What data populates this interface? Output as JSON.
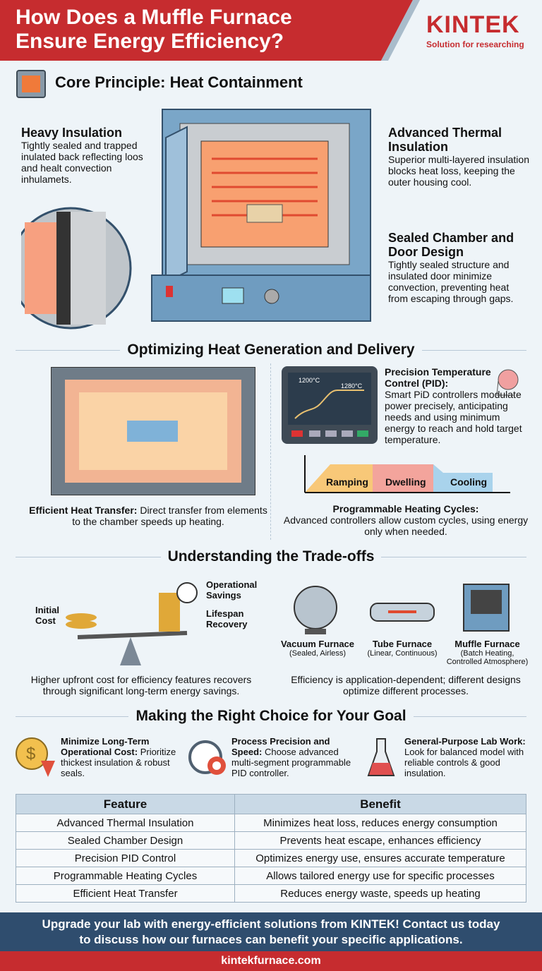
{
  "header": {
    "title_line1": "How Does a Muffle Furnace",
    "title_line2": "Ensure Energy Efficiency?",
    "logo": "KINTEK",
    "tagline": "Solution for researching",
    "accent": "#c62c2f"
  },
  "core": {
    "title": "Core Principle: Heat Containment",
    "heavy_title": "Heavy Insulation",
    "heavy_text": "Tightly sealed and trapped inulated back reflecting loos and healt convection inhulamets.",
    "adv_title": "Advanced Thermal Insulation",
    "adv_text": "Superior multi-layered insulation blocks heat loss, keeping the outer housing cool.",
    "sealed_title": "Sealed Chamber and Door Design",
    "sealed_text": "Tightly sealed structure and insulated door minimize convection, preventing heat from escaping through gaps."
  },
  "optimizing": {
    "title": "Optimizing Heat Generation and Delivery",
    "transfer_bold": "Efficient Heat Transfer:",
    "transfer_text": " Direct transfer from elements to the chamber speeds up heating.",
    "monitor_label1": "1200°C",
    "monitor_label2": "1280°C",
    "pid_title": "Precision Temperature Contrel (PID):",
    "pid_text": "Smart PiD controllers modulate power precisely, anticipating needs and using minimum energy to reach and hold target temperature.",
    "phases": [
      "Ramping",
      "Dwelling",
      "Cooling"
    ],
    "cycles_title": "Programmable Heating Cycles:",
    "cycles_text": "Advanced controllers allow custom cycles, using energy only when needed."
  },
  "tradeoffs": {
    "title": "Understanding the Trade-offs",
    "initial_cost": "Initial Cost",
    "operational_savings": "Operational Savings",
    "lifespan": "Lifespan Recovery",
    "cost_caption": "Higher upfront cost for efficiency features recovers through significant long-term energy savings.",
    "furnaces": [
      {
        "name": "Vacuum Furnace",
        "sub": "(Sealed, Airless)"
      },
      {
        "name": "Tube Furnace",
        "sub": "(Linear, Continuous)"
      },
      {
        "name": "Muffle Furnace",
        "sub": "(Batch Heating, Controlled Atmosphere)"
      }
    ],
    "furnace_caption": "Efficiency is application-dependent; different designs optimize different processes."
  },
  "choice": {
    "title": "Making the Right Choice for Your Goal",
    "goals": [
      {
        "bold": "Minimize Long-Term Operational Cost:",
        "text": " Prioritize thickest insulation & robust seals."
      },
      {
        "bold": "Process Precision and Speed:",
        "text": " Choose advanced multi-segment programmable PID controller."
      },
      {
        "bold": "General-Purpose Lab Work:",
        "text": " Look for balanced model with reliable controls & good insulation."
      }
    ]
  },
  "table": {
    "headers": [
      "Feature",
      "Benefit"
    ],
    "rows": [
      [
        "Advanced Thermal Insulation",
        "Minimizes heat loss, reduces energy consumption"
      ],
      [
        "Sealed Chamber Design",
        "Prevents heat escape, enhances efficiency"
      ],
      [
        "Precision PID Control",
        "Optimizes energy use, ensures accurate temperature"
      ],
      [
        "Programmable Heating Cycles",
        "Allows tailored energy use for specific processes"
      ],
      [
        "Efficient Heat Transfer",
        "Reduces energy waste, speeds up heating"
      ]
    ]
  },
  "footer": {
    "line1": "Upgrade your lab with energy-efficient solutions from KINTEK! Contact us today",
    "line2": "to discuss how our furnaces can benefit your specific applications.",
    "url": "kintekfurnace.com"
  }
}
